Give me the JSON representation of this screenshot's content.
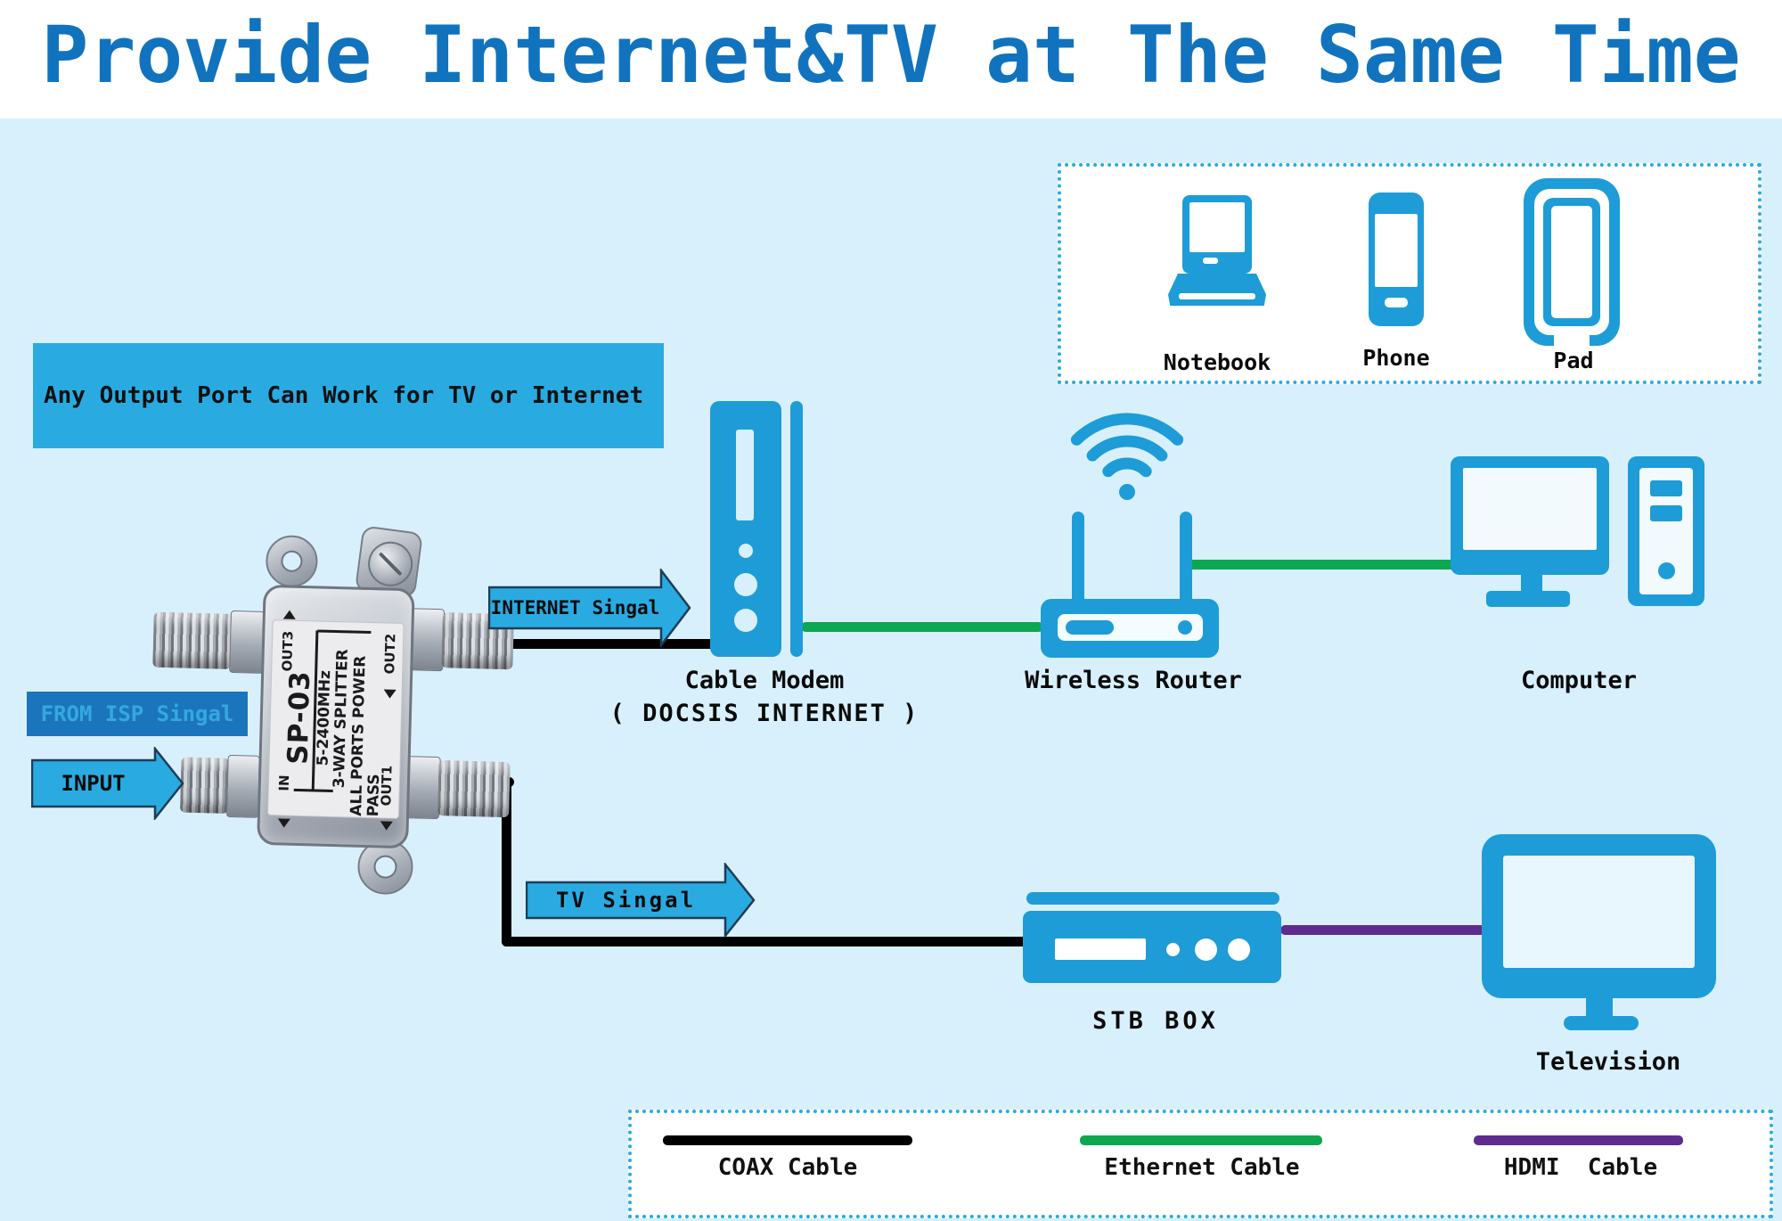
{
  "title": "Provide Internet&TV at The Same Time",
  "annotation": {
    "note": "Any Output Port Can Work for TV or Internet",
    "from_isp": "FROM ISP Singal",
    "input": "INPUT",
    "internet_signal": "INTERNET Singal",
    "tv_signal": "TV Singal"
  },
  "splitter": {
    "model": "SP-03",
    "frequency": "5-2400MHz",
    "type": "3-WAY SPLITTER",
    "feature": "ALL PORTS POWER PASS",
    "ports": {
      "in": "IN",
      "out1": "OUT1",
      "out2": "OUT2",
      "out3": "OUT3"
    }
  },
  "devices": {
    "cable_modem": "Cable Modem",
    "cable_modem_sub": "( DOCSIS INTERNET )",
    "wireless_router": "Wireless Router",
    "computer": "Computer",
    "stb_box": "STB BOX",
    "television": "Television",
    "panel": {
      "notebook": "Notebook",
      "phone": "Phone",
      "pad": "Pad"
    }
  },
  "legend": {
    "items": [
      {
        "label": "COAX Cable",
        "color": "#000000"
      },
      {
        "label": "Ethernet Cable",
        "color": "#0CA750"
      },
      {
        "label": "HDMI  Cable",
        "color": "#5E2B8F"
      }
    ]
  },
  "colors": {
    "accent_blue": "#29ABE2",
    "icon_blue": "#1E9CD7",
    "dark_blue": "#1B75BC",
    "title_blue": "#1173BE",
    "ethernet_green": "#0CA750",
    "hdmi_purple": "#5E2B8F",
    "coax_black": "#000000",
    "background": "#D8F0FC"
  }
}
